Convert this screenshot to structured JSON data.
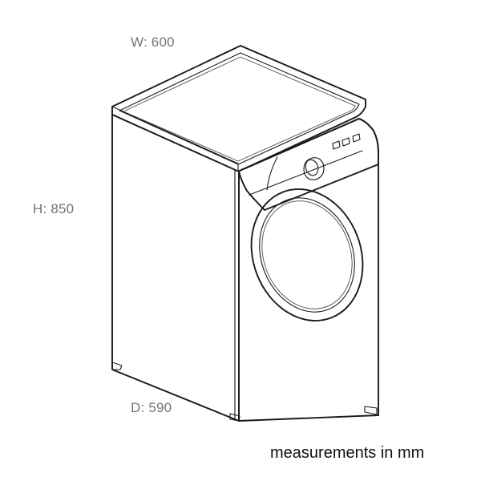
{
  "drawing": {
    "title": "washing-machine-dimension-drawing",
    "subject": "front-load washing machine",
    "projection": "isometric line drawing",
    "line_color": "#1a1a1a",
    "background_color": "#ffffff"
  },
  "labels": {
    "width": "W: 600",
    "height": "H: 850",
    "depth": "D: 590",
    "footer": "measurements in mm"
  },
  "label_color": "#737373",
  "footer_color": "#111111",
  "dimensions": {
    "width_mm": 600,
    "height_mm": 850,
    "depth_mm": 590,
    "unit": "mm"
  },
  "features": {
    "control_knob": "program-dial",
    "button_count": 3,
    "door": "circular-porthole-door",
    "feet_count": 3,
    "top_panel": "inset-lid"
  }
}
